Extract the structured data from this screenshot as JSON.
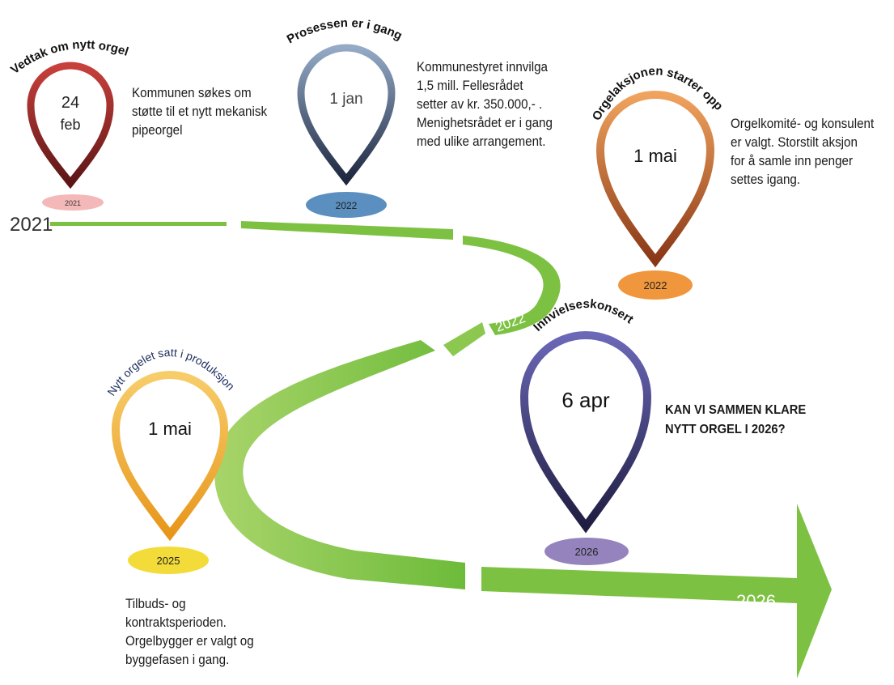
{
  "timeline": {
    "start_label": "2021",
    "end_label": "2026",
    "mid_label": "2022",
    "arrow_color": "#7dc142"
  },
  "milestones": [
    {
      "id": "vedtak",
      "title": "Vedtak om nytt orgel",
      "date_line1": "24",
      "date_line2": "feb",
      "year": "2021",
      "pin_color": "#b23a3a",
      "pin_dark": "#6b1a1a",
      "badge_color": "#f4b8b8",
      "description": "Kommunen søkes om\nstøtte til et nytt mekanisk\npipeorgel"
    },
    {
      "id": "prosessen",
      "title": "Prosessen er i gang",
      "date_line1": "1 jan",
      "date_line2": "",
      "year": "2022",
      "pin_color": "#7f97b5",
      "pin_dark": "#2a3552",
      "badge_color": "#5a8fc0",
      "description": "Kommunestyret innvilga\n1,5 mill. Fellesrådet\nsetter av kr. 350.000,- .\nMenighetsrådet er i gang\nmed ulike arrangement."
    },
    {
      "id": "orgelaksjonen",
      "title": "Orgelaksjonen starter opp",
      "date_line1": "1 mai",
      "date_line2": "",
      "year": "2022",
      "pin_color": "#e38a4a",
      "pin_dark": "#8e3e1c",
      "badge_color": "#f0973e",
      "description": "Orgelkomité- og konsulent\ner valgt. Storstilt aksjon\nfor å samle inn penger\nsettes igang."
    },
    {
      "id": "produksjon",
      "title": "Nytt orgelet satt i produksjon",
      "date_line1": "1 mai",
      "date_line2": "",
      "year": "2025",
      "pin_color": "#f2b84a",
      "pin_dark": "#e89a1c",
      "badge_color": "#f3dc3a",
      "description": "Tilbuds- og\nkontraktsperioden.\nOrgelbygger er valgt og\nbyggefasen i gang."
    },
    {
      "id": "innvielse",
      "title": "Innvielseskonsert",
      "date_line1": "6 apr",
      "date_line2": "",
      "year": "2026",
      "pin_color": "#5d5aa8",
      "pin_dark": "#23224a",
      "badge_color": "#9483bd",
      "description": "KAN VI SAMMEN KLARE\nNYTT ORGEL I 2026?"
    }
  ]
}
